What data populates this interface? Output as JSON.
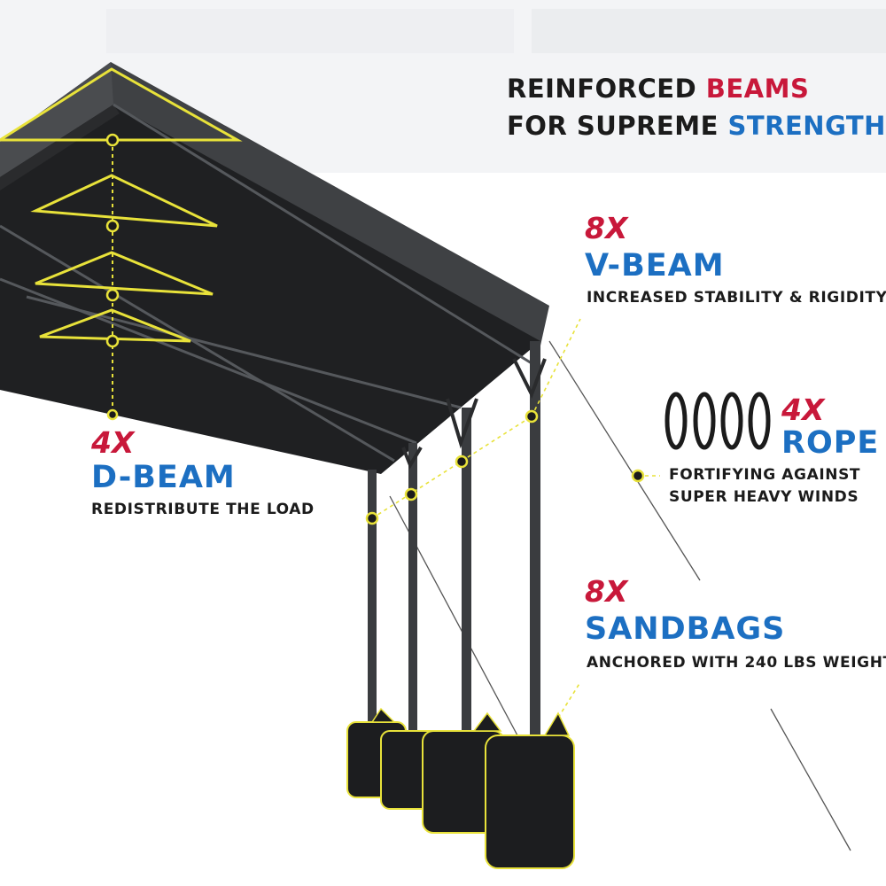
{
  "headline": {
    "line1_a": "REINFORCED ",
    "line1_b": "BEAMS",
    "line2_a": "FOR SUPREME ",
    "line2_b": "STRENGTH"
  },
  "features": {
    "d_beam": {
      "count": "4X",
      "name": "D-BEAM",
      "desc": "REDISTRIBUTE THE LOAD"
    },
    "v_beam": {
      "count": "8X",
      "name": "V-BEAM",
      "desc": "INCREASED STABILITY & RIGIDITY"
    },
    "rope": {
      "count": "4X",
      "name": "ROPE",
      "desc_line1": "FORTIFYING AGAINST",
      "desc_line2": "SUPER HEAVY WINDS"
    },
    "sandbags": {
      "count": "8X",
      "name": "SANDBAGS",
      "desc": "ANCHORED WITH 240 LBS WEIGHT"
    }
  },
  "colors": {
    "accent_red": "#c8183a",
    "accent_blue": "#1c6fc2",
    "highlight_yellow": "#e8e23a",
    "canopy_dark": "#2e2f31"
  }
}
